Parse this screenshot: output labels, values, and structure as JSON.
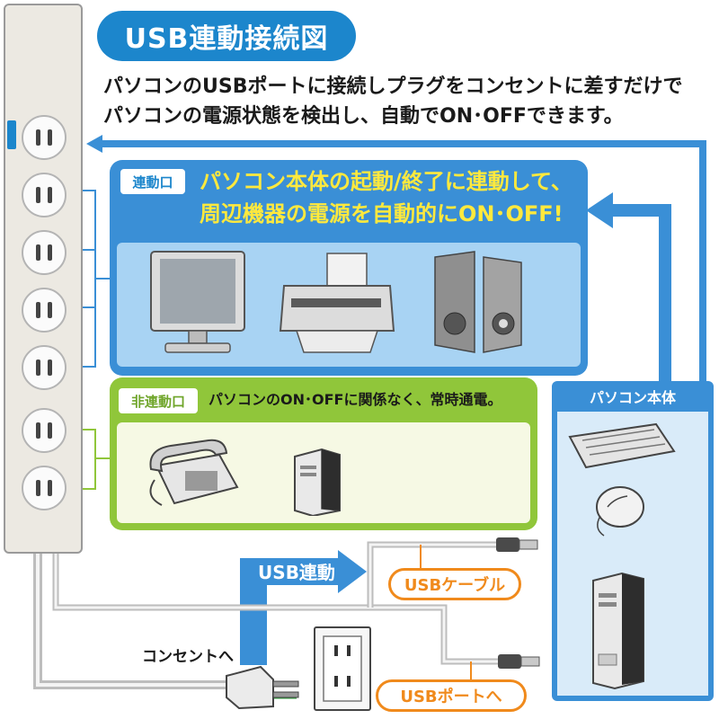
{
  "title": "USB連動接続図",
  "intro": {
    "line1": "パソコンのUSBポートに接続しプラグをコンセントに差すだけで",
    "line2": "パソコンの電源状態を検出し、自動でON･OFFできます。"
  },
  "linked": {
    "label": "連動口",
    "heading_line1": "パソコン本体の起動/終了に連動して、",
    "heading_line2": "周辺機器の電源を自動的にON･OFF!",
    "devices": [
      "monitor-icon",
      "printer-icon",
      "speakers-icon"
    ]
  },
  "non_linked": {
    "label": "非連動口",
    "description": "パソコンのON･OFFに関係なく、常時通電。",
    "devices": [
      "telephone-icon",
      "pc-tower-icon"
    ]
  },
  "pc": {
    "label": "パソコン本体",
    "devices": [
      "keyboard-icon",
      "mouse-icon",
      "pc-tower-icon"
    ]
  },
  "labels": {
    "usb_link": "USB連動",
    "usb_cable": "USBケーブル",
    "to_usb_port": "USBポートへ",
    "to_outlet": "コンセントへ"
  },
  "colors": {
    "blue": "#1c86cc",
    "blue_panel": "#3a8fd6",
    "green_panel": "#90c63a",
    "orange": "#f08a1c",
    "yellow_text": "#ffe93d"
  }
}
